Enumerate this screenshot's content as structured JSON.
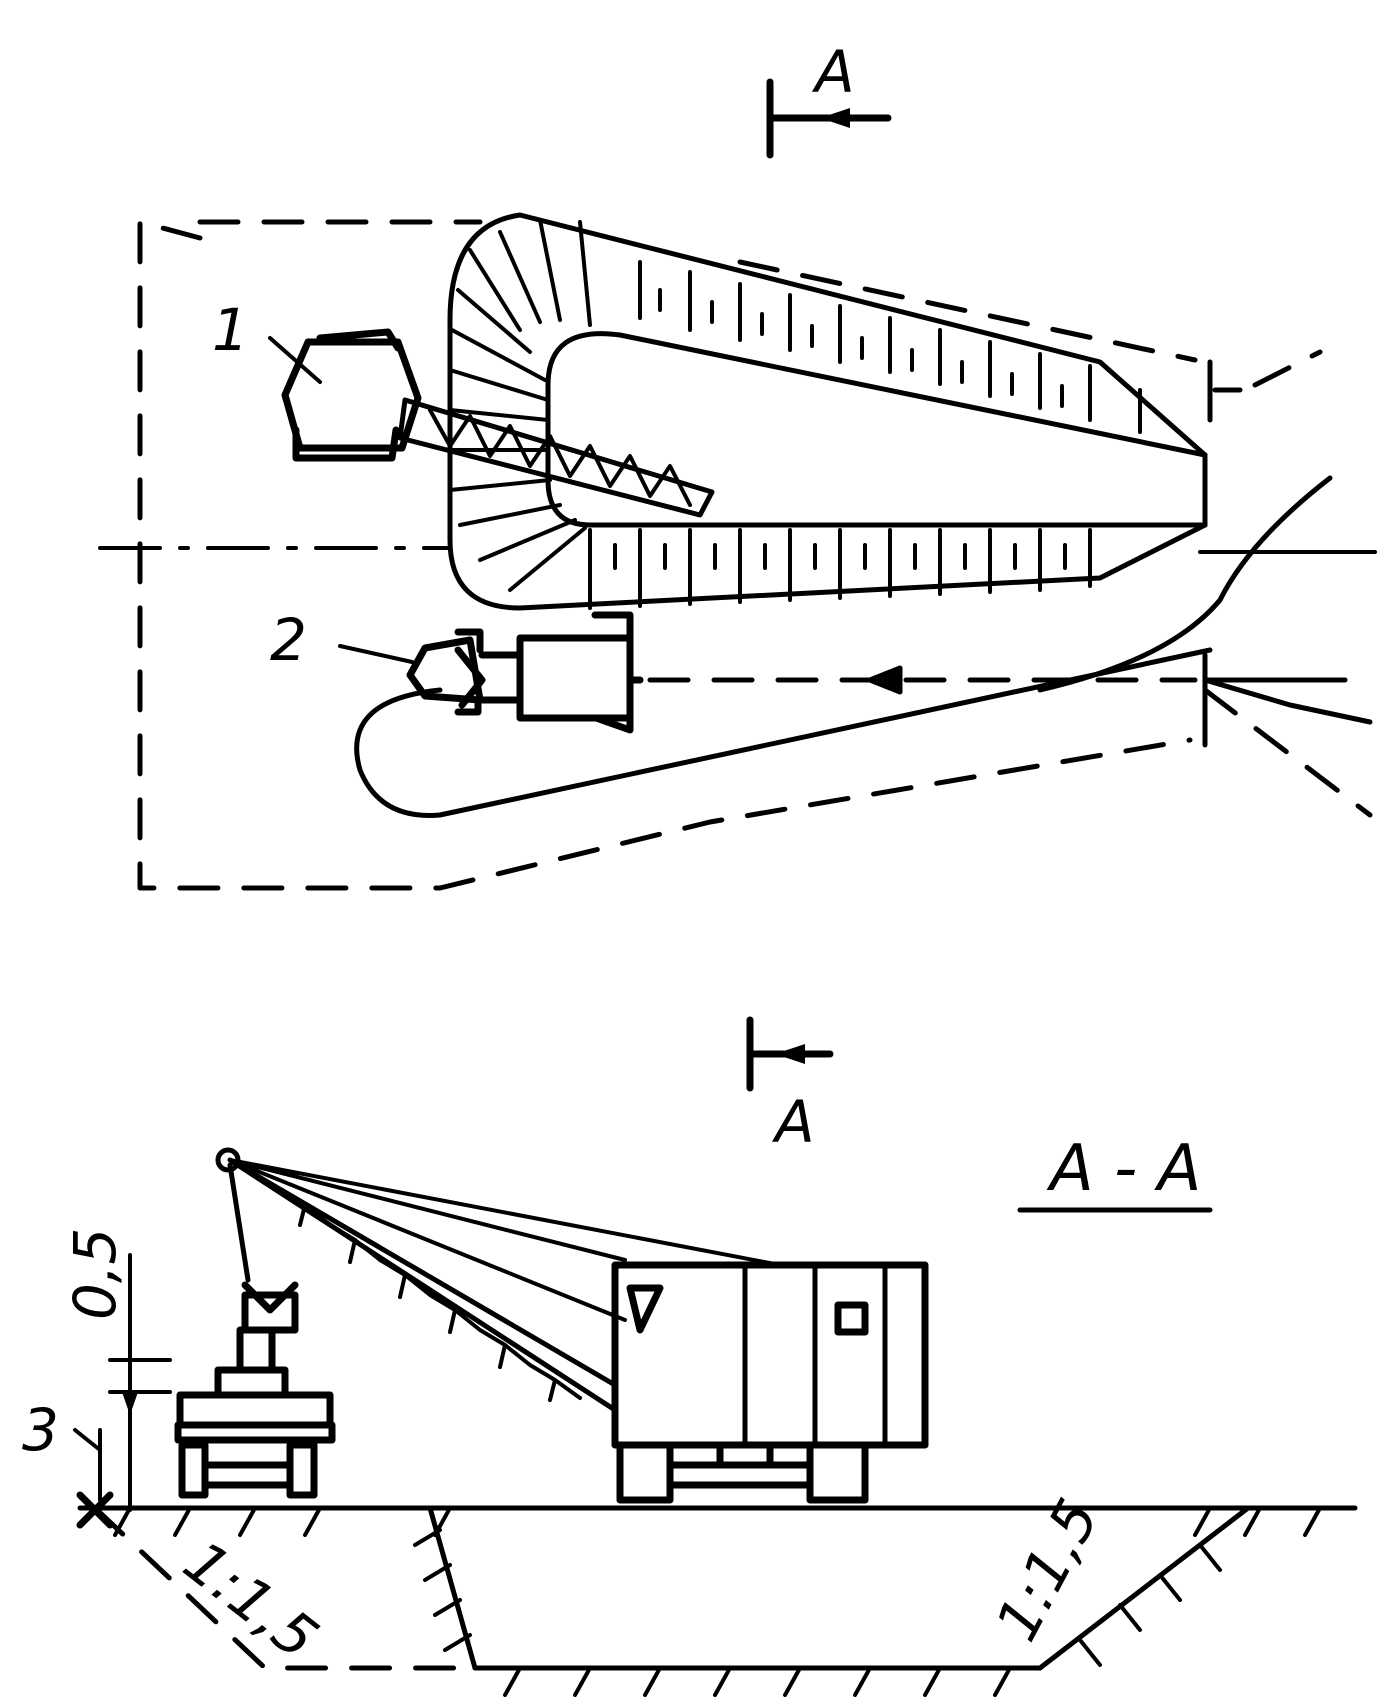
{
  "labels": {
    "item_1": "1",
    "item_2": "2",
    "item_3": "3",
    "section_mark_top": "A",
    "section_mark_mid": "A",
    "section_title": "A - A",
    "slope_left": "1:1,5",
    "slope_right": "1:1,5",
    "dim_height": "0,5"
  }
}
